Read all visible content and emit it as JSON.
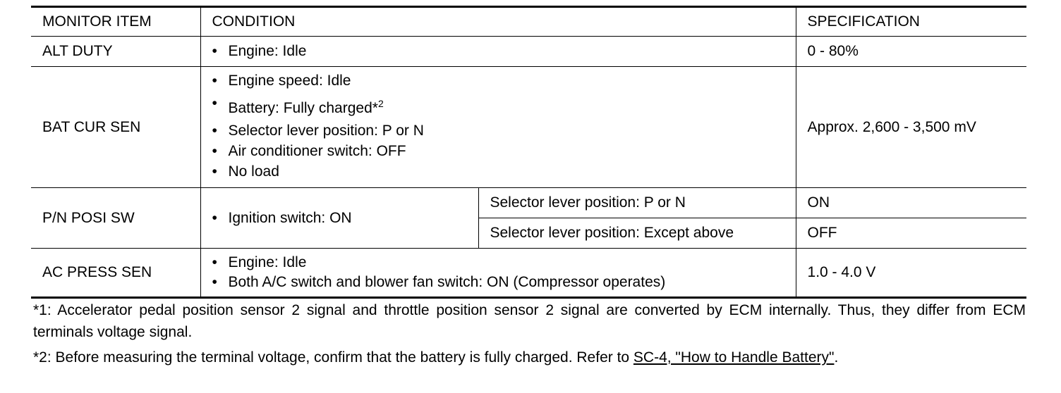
{
  "headers": {
    "monitor_item": "MONITOR ITEM",
    "condition": "CONDITION",
    "specification": "SPECIFICATION"
  },
  "rows": [
    {
      "item": "ALT DUTY",
      "conditions": [
        "Engine: Idle"
      ],
      "spec": "0 - 80%"
    },
    {
      "item": "BAT CUR SEN",
      "conditions": [
        "Engine speed: Idle",
        "Battery: Fully charged*",
        "Selector lever position: P or N",
        "Air conditioner switch: OFF",
        "No load"
      ],
      "battery_sup": "2",
      "spec": "Approx. 2,600 - 3,500 mV"
    },
    {
      "item": "P/N POSI SW",
      "conditions": [
        "Ignition switch: ON"
      ],
      "sub": [
        {
          "condition": "Selector lever position: P or N",
          "spec": "ON"
        },
        {
          "condition": "Selector lever position: Except above",
          "spec": "OFF"
        }
      ]
    },
    {
      "item": "AC PRESS SEN",
      "conditions": [
        "Engine: Idle",
        "Both A/C switch and blower fan switch: ON (Compressor operates)"
      ],
      "spec": "1.0 - 4.0 V"
    }
  ],
  "notes": {
    "note1": "*1: Accelerator pedal position sensor 2 signal and throttle position sensor 2 signal are converted by ECM internally. Thus, they differ from ECM terminals voltage signal.",
    "note2_prefix": "*2: Before measuring the terminal voltage, confirm that the battery is fully charged. Refer to ",
    "note2_link": "SC-4, \"How to Handle Battery\"",
    "note2_suffix": "."
  }
}
